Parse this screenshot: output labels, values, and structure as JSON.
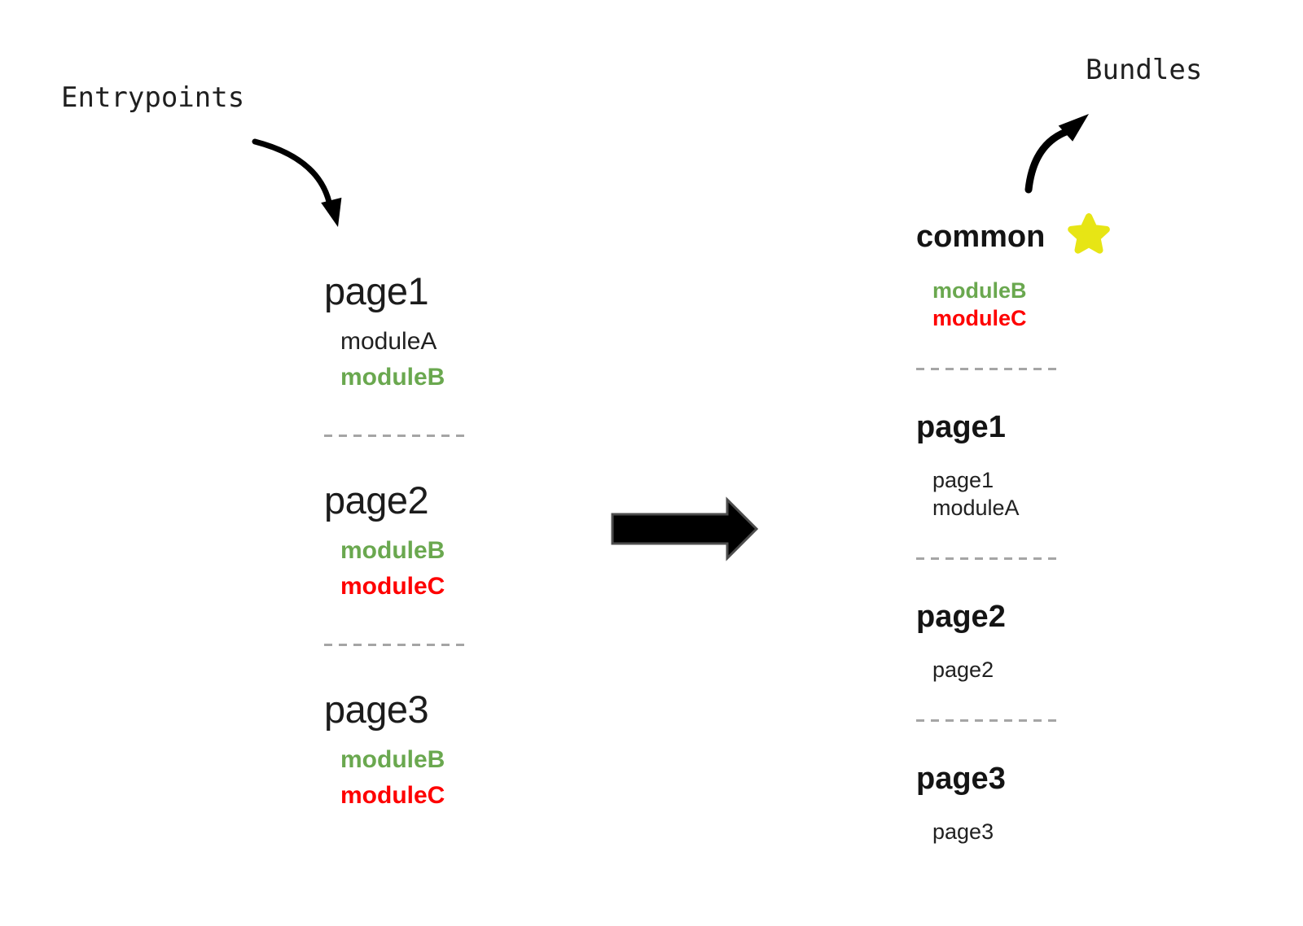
{
  "labels": {
    "entrypoints": "Entrypoints",
    "bundles": "Bundles"
  },
  "colors": {
    "text": "#1f1f1f",
    "module_green": "#6aa84f",
    "module_red": "#fe0000",
    "star_yellow": "#e7e515",
    "arrow": "#000000",
    "arrow_outline": "#4d4d4d",
    "divider": "#a5a5a5"
  },
  "entrypoints": [
    {
      "name": "page1",
      "starred": false,
      "modules": [
        {
          "label": "moduleA",
          "color": "black"
        },
        {
          "label": "moduleB",
          "color": "green"
        }
      ]
    },
    {
      "name": "page2",
      "starred": false,
      "modules": [
        {
          "label": "moduleB",
          "color": "green"
        },
        {
          "label": "moduleC",
          "color": "red"
        }
      ]
    },
    {
      "name": "page3",
      "starred": false,
      "modules": [
        {
          "label": "moduleB",
          "color": "green"
        },
        {
          "label": "moduleC",
          "color": "red"
        }
      ]
    }
  ],
  "bundles": [
    {
      "name": "common",
      "starred": true,
      "modules": [
        {
          "label": "moduleB",
          "color": "green"
        },
        {
          "label": "moduleC",
          "color": "red"
        }
      ]
    },
    {
      "name": "page1",
      "starred": false,
      "modules": [
        {
          "label": "page1",
          "color": "black"
        },
        {
          "label": "moduleA",
          "color": "black"
        }
      ]
    },
    {
      "name": "page2",
      "starred": false,
      "modules": [
        {
          "label": "page2",
          "color": "black"
        }
      ]
    },
    {
      "name": "page3",
      "starred": false,
      "modules": [
        {
          "label": "page3",
          "color": "black"
        }
      ]
    }
  ]
}
